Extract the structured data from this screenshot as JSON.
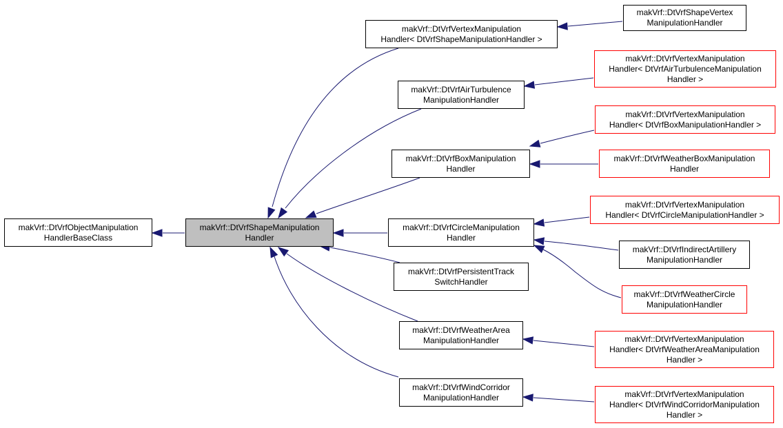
{
  "diagram": {
    "colors": {
      "edge": "#191970",
      "node_border": "#000000",
      "node_border_undocumented": "#ff0000",
      "focus_fill": "#bfbfbf"
    },
    "nodes": {
      "base": {
        "lines": [
          "makVrf::DtVrfObjectManipulation",
          "HandlerBaseClass"
        ]
      },
      "shape": {
        "lines": [
          "makVrf::DtVrfShapeManipulation",
          "Handler"
        ]
      },
      "vertex_shape": {
        "lines": [
          "makVrf::DtVrfVertexManipulation",
          "Handler< DtVrfShapeManipulationHandler >"
        ]
      },
      "shape_vertex": {
        "lines": [
          "makVrf::DtVrfShapeVertex",
          "ManipulationHandler"
        ]
      },
      "air": {
        "lines": [
          "makVrf::DtVrfAirTurbulence",
          "ManipulationHandler"
        ]
      },
      "vertex_air": {
        "lines": [
          "makVrf::DtVrfVertexManipulation",
          "Handler< DtVrfAirTurbulenceManipulation",
          "Handler >"
        ]
      },
      "box": {
        "lines": [
          "makVrf::DtVrfBoxManipulation",
          "Handler"
        ]
      },
      "vertex_box": {
        "lines": [
          "makVrf::DtVrfVertexManipulation",
          "Handler< DtVrfBoxManipulationHandler >"
        ]
      },
      "weather_box": {
        "lines": [
          "makVrf::DtVrfWeatherBoxManipulation",
          "Handler"
        ]
      },
      "circle": {
        "lines": [
          "makVrf::DtVrfCircleManipulation",
          "Handler"
        ]
      },
      "vertex_circle": {
        "lines": [
          "makVrf::DtVrfVertexManipulation",
          "Handler< DtVrfCircleManipulationHandler >"
        ]
      },
      "indirect": {
        "lines": [
          "makVrf::DtVrfIndirectArtillery",
          "ManipulationHandler"
        ]
      },
      "weather_circle": {
        "lines": [
          "makVrf::DtVrfWeatherCircle",
          "ManipulationHandler"
        ]
      },
      "persistent": {
        "lines": [
          "makVrf::DtVrfPersistentTrack",
          "SwitchHandler"
        ]
      },
      "weather_area": {
        "lines": [
          "makVrf::DtVrfWeatherArea",
          "ManipulationHandler"
        ]
      },
      "vertex_area": {
        "lines": [
          "makVrf::DtVrfVertexManipulation",
          "Handler< DtVrfWeatherAreaManipulation",
          "Handler >"
        ]
      },
      "wind": {
        "lines": [
          "makVrf::DtVrfWindCorridor",
          "ManipulationHandler"
        ]
      },
      "vertex_wind": {
        "lines": [
          "makVrf::DtVrfVertexManipulation",
          "Handler< DtVrfWindCorridorManipulation",
          "Handler >"
        ]
      }
    }
  }
}
